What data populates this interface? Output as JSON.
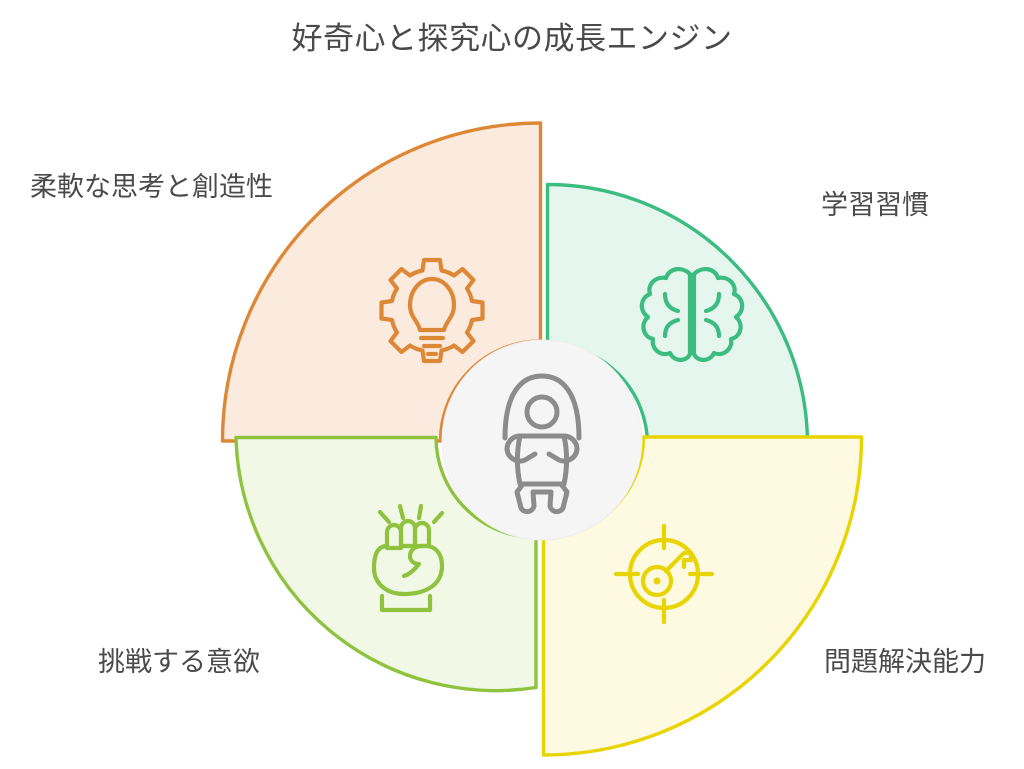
{
  "page": {
    "title": "好奇心と探究心の成長エンジン",
    "background_color": "#ffffff",
    "text_color": "#4a4a4a"
  },
  "center": {
    "icon": "child-jumping-rope-icon",
    "fill_color": "#f5f5f5",
    "icon_color": "#8c8c8c"
  },
  "quadrants": [
    {
      "id": "top-left",
      "label": "柔軟な思考と創造性",
      "icon": "gear-lightbulb-icon",
      "stroke_color": "#dd8836",
      "fill_color": "#fbeade"
    },
    {
      "id": "top-right",
      "label": "学習習慣",
      "icon": "brain-icon",
      "stroke_color": "#3cbc80",
      "fill_color": "#e4f6ed"
    },
    {
      "id": "bottom-left",
      "label": "挑戦する意欲",
      "icon": "raised-fist-icon",
      "stroke_color": "#8fc23e",
      "fill_color": "#f1f8e5"
    },
    {
      "id": "bottom-right",
      "label": "問題解決能力",
      "icon": "target-key-icon",
      "stroke_color": "#e8d400",
      "fill_color": "#fdfae1"
    }
  ]
}
